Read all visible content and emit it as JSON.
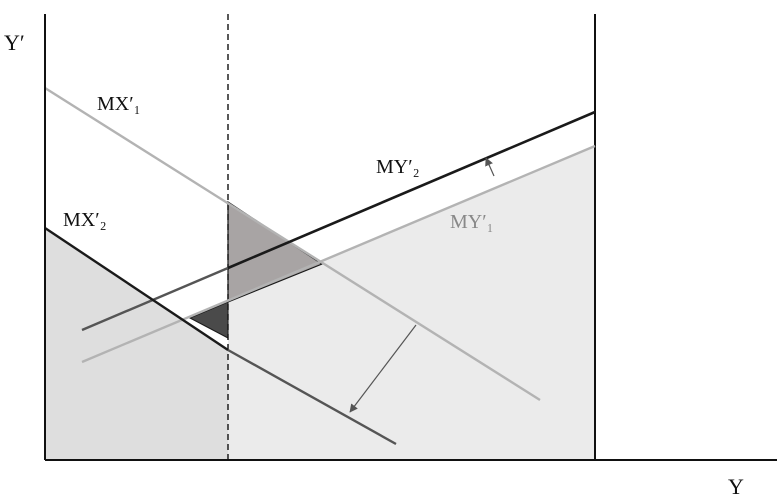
{
  "labels": {
    "y_axis": "Y′",
    "x_axis": "Y",
    "mx1": "MX′₁",
    "mx2": "MX′₂",
    "my1": "MY′₁",
    "my2": "MY′₂"
  },
  "colors": {
    "axis": "#111111",
    "dark_line": "#1a1a1a",
    "mid_line": "#555555",
    "light_line": "#b3b3b3",
    "light_region": "#ebebeb",
    "left_region": "#dedede",
    "gray_triangle": "#a8a4a4",
    "dark_triangle": "#4a4a4a"
  }
}
